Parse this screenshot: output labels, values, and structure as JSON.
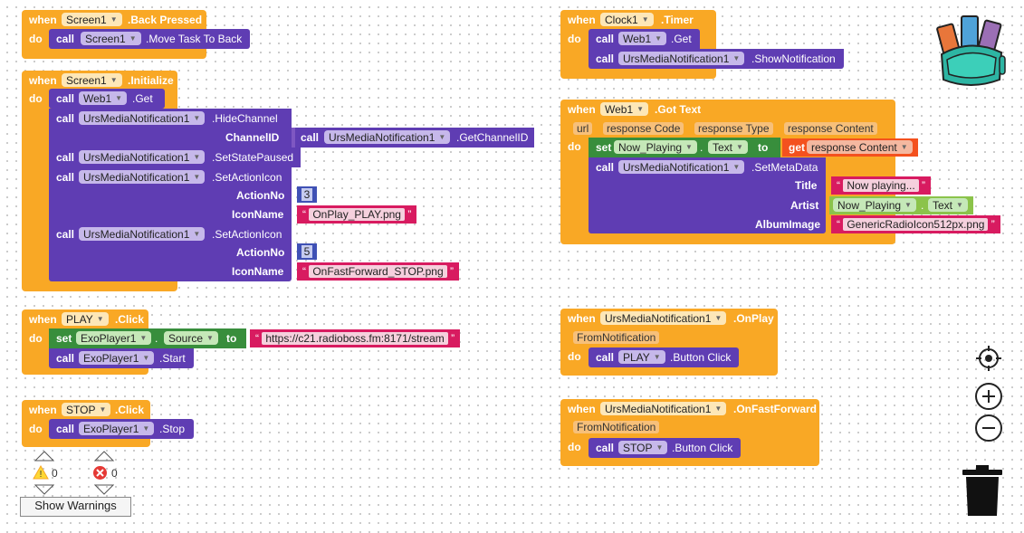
{
  "blocks": {
    "when": "when",
    "do": "do",
    "call": "call",
    "set": "set",
    "to": "to",
    "get": "get",
    "back_pressed": {
      "component": "Screen1",
      "event": ".Back Pressed",
      "target": "Screen1",
      "method": ".Move Task To Back"
    },
    "initialize": {
      "component": "Screen1",
      "event": ".Initialize",
      "web_target": "Web1",
      "web_method": ".Get",
      "notif": "UrsMediaNotification1",
      "hide_channel": ".HideChannel",
      "channel_id_label": "ChannelID",
      "get_channel_id": ".GetChannelID",
      "set_state_paused": ".SetStatePaused",
      "set_action_icon": ".SetActionIcon",
      "action_no_label": "ActionNo",
      "icon_name_label": "IconName",
      "action_no_1": "3",
      "icon_name_1": "OnPlay_PLAY.png",
      "action_no_2": "5",
      "icon_name_2": "OnFastForward_STOP.png"
    },
    "play_click": {
      "component": "PLAY",
      "event": ".Click",
      "player": "ExoPlayer1",
      "property": "Source",
      "url": "https://c21.radioboss.fm:8171/stream",
      "start": ".Start"
    },
    "stop_click": {
      "component": "STOP",
      "event": ".Click",
      "player": "ExoPlayer1",
      "stop": ".Stop"
    },
    "clock_timer": {
      "component": "Clock1",
      "event": ".Timer",
      "web": "Web1",
      "web_method": ".Get",
      "notif": "UrsMediaNotification1",
      "show": ".ShowNotification"
    },
    "got_text": {
      "component": "Web1",
      "event": ".Got Text",
      "params": [
        "url",
        "response Code",
        "response Type",
        "response Content"
      ],
      "var": "Now_Playing",
      "prop": "Text",
      "get_var": "response Content",
      "notif": "UrsMediaNotification1",
      "set_meta": ".SetMetaData",
      "title_label": "Title",
      "artist_label": "Artist",
      "album_label": "AlbumImage",
      "title_value": "Now playing...",
      "album_value": "GenericRadioIcon512px.png"
    },
    "on_play": {
      "component": "UrsMediaNotification1",
      "event": ".OnPlay",
      "param": "FromNotification",
      "button": "PLAY",
      "method": ".Button Click"
    },
    "on_ff": {
      "component": "UrsMediaNotification1",
      "event": ".OnFastForward",
      "param": "FromNotification",
      "button": "STOP",
      "method": ".Button Click"
    }
  },
  "warnings": {
    "warning_count": "0",
    "error_count": "0",
    "show_label": "Show Warnings"
  },
  "icons": [
    "backpack-icon",
    "target-icon",
    "zoom-in-icon",
    "zoom-out-icon",
    "trash-icon",
    "warning-icon",
    "error-icon"
  ],
  "colors": {
    "event": "#f9a825",
    "procedure": "#5f3db3",
    "text": "#d81b60",
    "number": "#3f51b5",
    "setter": "#388e3c",
    "getter": "#f4511e"
  }
}
